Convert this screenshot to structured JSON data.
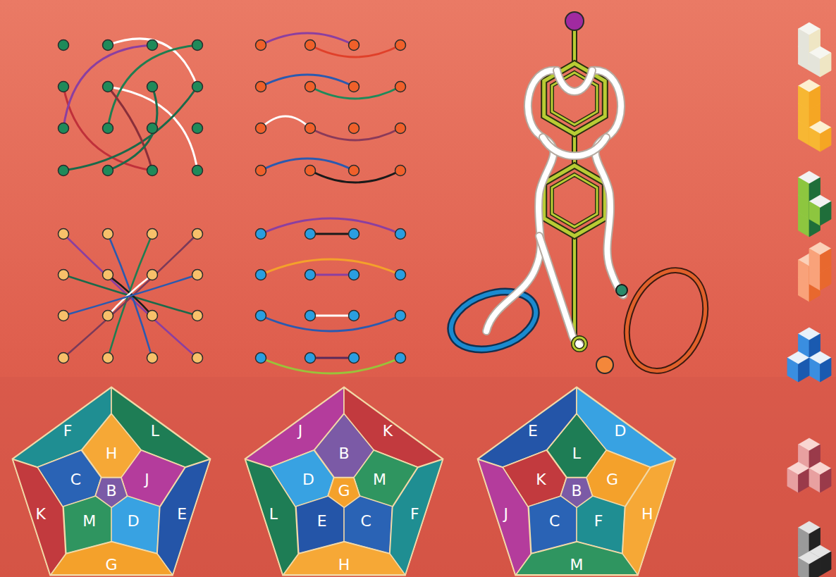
{
  "diagram": {
    "nodes": [
      {
        "text": [
          "H"
        ]
      },
      {
        "text": [
          "F"
        ]
      },
      {
        "text": [
          "L"
        ]
      },
      {
        "text": [
          "C"
        ]
      },
      {
        "text": [
          "J"
        ]
      },
      {
        "text": [
          "B"
        ]
      },
      {
        "text": [
          "K"
        ]
      },
      {
        "text": [
          "M"
        ]
      },
      {
        "text": [
          "D"
        ]
      },
      {
        "text": [
          "E"
        ]
      },
      {
        "text": [
          "G"
        ]
      },
      {
        "text": [
          "B"
        ]
      },
      {
        "text": [
          "J"
        ]
      },
      {
        "text": [
          "K"
        ]
      },
      {
        "text": [
          "D"
        ]
      },
      {
        "text": [
          "M"
        ]
      },
      {
        "text": [
          "G"
        ]
      },
      {
        "text": [
          "L"
        ]
      },
      {
        "text": [
          "E"
        ]
      },
      {
        "text": [
          "C"
        ]
      },
      {
        "text": [
          "F"
        ]
      },
      {
        "text": [
          "H"
        ]
      },
      {
        "text": [
          "L"
        ]
      },
      {
        "text": [
          "E"
        ]
      },
      {
        "text": [
          "D"
        ]
      },
      {
        "text": [
          "K"
        ]
      },
      {
        "text": [
          "G"
        ]
      },
      {
        "text": [
          "B"
        ]
      },
      {
        "text": [
          "J"
        ]
      },
      {
        "text": [
          "C"
        ]
      },
      {
        "text": [
          "F"
        ]
      },
      {
        "text": [
          "H"
        ]
      },
      {
        "text": [
          "M"
        ]
      }
    ]
  }
}
